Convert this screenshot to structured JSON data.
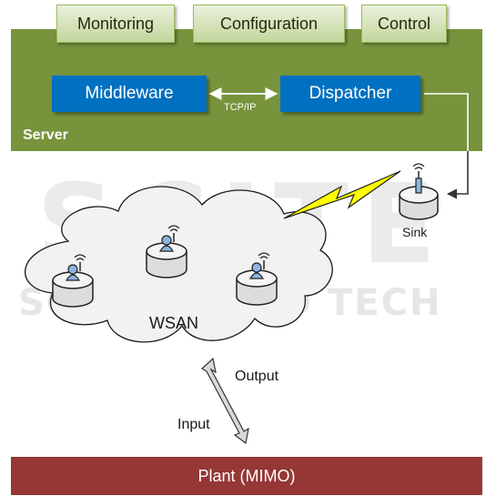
{
  "tabs": [
    {
      "label": "Monitoring"
    },
    {
      "label": "Configuration"
    },
    {
      "label": "Control"
    }
  ],
  "server": {
    "label": "Server",
    "middleware": "Middleware",
    "dispatcher": "Dispatcher",
    "link_label": "TCP/IP"
  },
  "network": {
    "label": "WSAN",
    "sink_label": "Sink"
  },
  "io": {
    "output": "Output",
    "input": "Input"
  },
  "plant": {
    "label": "Plant (MIMO)"
  },
  "watermark": {
    "line1": "SCITE",
    "line2": "SCIENCE AND TECH"
  },
  "colors": {
    "server_green": "#77933c",
    "box_blue": "#0070c0",
    "plant_red": "#953735",
    "tab_fill": "#d7e4bd",
    "bolt_yellow": "#ffff00"
  }
}
